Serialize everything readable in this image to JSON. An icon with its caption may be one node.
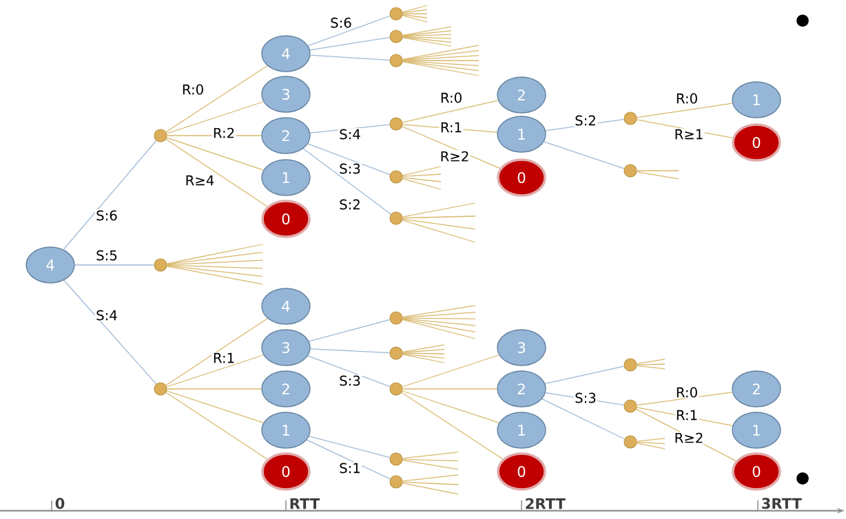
{
  "diagram": {
    "nodes": [
      {
        "text": [
          "4"
        ]
      },
      {
        "text": [],
        "shape": "circle"
      },
      {
        "text": [],
        "shape": "circle"
      },
      {
        "text": [],
        "shape": "circle"
      },
      {
        "text": [
          "4"
        ]
      },
      {
        "text": [
          "3"
        ]
      },
      {
        "text": [
          "2"
        ]
      },
      {
        "text": [
          "1"
        ]
      },
      {
        "text": [
          "0"
        ]
      },
      {
        "text": [
          "4"
        ]
      },
      {
        "text": [
          "3"
        ]
      },
      {
        "text": [
          "2"
        ]
      },
      {
        "text": [
          "1"
        ]
      },
      {
        "text": [
          "0"
        ]
      },
      {
        "text": [],
        "shape": "circle"
      },
      {
        "text": [],
        "shape": "circle"
      },
      {
        "text": [],
        "shape": "circle"
      },
      {
        "text": [],
        "shape": "circle"
      },
      {
        "text": [],
        "shape": "circle"
      },
      {
        "text": [],
        "shape": "circle"
      },
      {
        "text": [],
        "shape": "circle"
      },
      {
        "text": [],
        "shape": "circle"
      },
      {
        "text": [],
        "shape": "circle"
      },
      {
        "text": [],
        "shape": "circle"
      },
      {
        "text": [],
        "shape": "circle"
      },
      {
        "text": [
          "2"
        ]
      },
      {
        "text": [
          "1"
        ]
      },
      {
        "text": [
          "0"
        ]
      },
      {
        "text": [
          "3"
        ]
      },
      {
        "text": [
          "2"
        ]
      },
      {
        "text": [
          "1"
        ]
      },
      {
        "text": [
          "0"
        ]
      },
      {
        "text": [],
        "shape": "circle"
      },
      {
        "text": [],
        "shape": "circle"
      },
      {
        "text": [],
        "shape": "circle"
      },
      {
        "text": [],
        "shape": "circle"
      },
      {
        "text": [],
        "shape": "circle"
      },
      {
        "text": [
          "1"
        ]
      },
      {
        "text": [
          "0"
        ]
      },
      {
        "text": [
          "2"
        ]
      },
      {
        "text": [
          "1"
        ]
      },
      {
        "text": [
          "0"
        ]
      }
    ],
    "edges": [
      {
        "from": 0,
        "to": 1,
        "arrow": "none",
        "label": "S:6",
        "color": "#9db8d5"
      },
      {
        "from": 0,
        "to": 2,
        "arrow": "none",
        "label": "S:5",
        "color": "#9db8d5"
      },
      {
        "from": 0,
        "to": 3,
        "arrow": "none",
        "label": "S:4",
        "color": "#9db8d5"
      },
      {
        "from": 1,
        "to": 4,
        "arrow": "none",
        "label": "R:0"
      },
      {
        "from": 1,
        "to": 5,
        "arrow": "none"
      },
      {
        "from": 1,
        "to": 6,
        "arrow": "none",
        "label": "R:2"
      },
      {
        "from": 1,
        "to": 7,
        "arrow": "none"
      },
      {
        "from": 1,
        "to": 8,
        "arrow": "none",
        "label": "R≥4"
      },
      {
        "from": 2,
        "to": null,
        "arrow": "none"
      },
      {
        "from": 2,
        "to": null,
        "arrow": "none"
      },
      {
        "from": 2,
        "to": null,
        "arrow": "none"
      },
      {
        "from": 2,
        "to": null,
        "arrow": "none"
      },
      {
        "from": 2,
        "to": null,
        "arrow": "none"
      },
      {
        "from": 2,
        "to": null,
        "arrow": "none"
      },
      {
        "from": 3,
        "to": 9,
        "arrow": "none"
      },
      {
        "from": 3,
        "to": 10,
        "arrow": "none",
        "label": "R:1"
      },
      {
        "from": 3,
        "to": 11,
        "arrow": "none"
      },
      {
        "from": 3,
        "to": 12,
        "arrow": "none"
      },
      {
        "from": 3,
        "to": 13,
        "arrow": "none"
      },
      {
        "from": 4,
        "to": 14,
        "arrow": "none",
        "label": "S:6",
        "color": "#9db8d5"
      },
      {
        "from": 4,
        "to": 15,
        "arrow": "none",
        "color": "#9db8d5"
      },
      {
        "from": 4,
        "to": 16,
        "arrow": "none",
        "color": "#9db8d5"
      },
      {
        "from": 6,
        "to": 17,
        "arrow": "none",
        "label": "S:4",
        "color": "#9db8d5"
      },
      {
        "from": 6,
        "to": 18,
        "arrow": "none",
        "label": "S:3",
        "color": "#9db8d5"
      },
      {
        "from": 6,
        "to": 19,
        "arrow": "none",
        "label": "S:2",
        "color": "#9db8d5"
      },
      {
        "from": 10,
        "to": 20,
        "arrow": "none",
        "color": "#9db8d5"
      },
      {
        "from": 10,
        "to": 21,
        "arrow": "none",
        "color": "#9db8d5"
      },
      {
        "from": 10,
        "to": 22,
        "arrow": "none",
        "label": "S:3",
        "color": "#9db8d5"
      },
      {
        "from": 12,
        "to": 23,
        "arrow": "none",
        "color": "#9db8d5"
      },
      {
        "from": 12,
        "to": 24,
        "arrow": "none",
        "label": "S:1",
        "color": "#9db8d5"
      },
      {
        "from": 14,
        "to": null,
        "arrow": "none"
      },
      {
        "from": 14,
        "to": null,
        "arrow": "none"
      },
      {
        "from": 14,
        "to": null,
        "arrow": "none"
      },
      {
        "from": 14,
        "to": null,
        "arrow": "none"
      },
      {
        "from": 14,
        "to": null,
        "arrow": "none"
      },
      {
        "from": 15,
        "to": null,
        "arrow": "none"
      },
      {
        "from": 15,
        "to": null,
        "arrow": "none"
      },
      {
        "from": 15,
        "to": null,
        "arrow": "none"
      },
      {
        "from": 15,
        "to": null,
        "arrow": "none"
      },
      {
        "from": 15,
        "to": null,
        "arrow": "none"
      },
      {
        "from": 15,
        "to": null,
        "arrow": "none"
      },
      {
        "from": 16,
        "to": null,
        "arrow": "none"
      },
      {
        "from": 16,
        "to": null,
        "arrow": "none"
      },
      {
        "from": 16,
        "to": null,
        "arrow": "none"
      },
      {
        "from": 16,
        "to": null,
        "arrow": "none"
      },
      {
        "from": 16,
        "to": null,
        "arrow": "none"
      },
      {
        "from": 16,
        "to": null,
        "arrow": "none"
      },
      {
        "from": 16,
        "to": null,
        "arrow": "none"
      },
      {
        "from": 17,
        "to": 25,
        "arrow": "none",
        "label": "R:0"
      },
      {
        "from": 17,
        "to": 26,
        "arrow": "none",
        "label": "R:1"
      },
      {
        "from": 17,
        "to": 27,
        "arrow": "none",
        "label": "R≥2"
      },
      {
        "from": 18,
        "to": null,
        "arrow": "none"
      },
      {
        "from": 18,
        "to": null,
        "arrow": "none"
      },
      {
        "from": 18,
        "to": null,
        "arrow": "none"
      },
      {
        "from": 18,
        "to": null,
        "arrow": "none"
      },
      {
        "from": 19,
        "to": null,
        "arrow": "none"
      },
      {
        "from": 19,
        "to": null,
        "arrow": "none"
      },
      {
        "from": 19,
        "to": null,
        "arrow": "none"
      },
      {
        "from": 19,
        "to": null,
        "arrow": "none"
      },
      {
        "from": 20,
        "to": null,
        "arrow": "none"
      },
      {
        "from": 20,
        "to": null,
        "arrow": "none"
      },
      {
        "from": 20,
        "to": null,
        "arrow": "none"
      },
      {
        "from": 20,
        "to": null,
        "arrow": "none"
      },
      {
        "from": 20,
        "to": null,
        "arrow": "none"
      },
      {
        "from": 20,
        "to": null,
        "arrow": "none"
      },
      {
        "from": 21,
        "to": null,
        "arrow": "none"
      },
      {
        "from": 21,
        "to": null,
        "arrow": "none"
      },
      {
        "from": 21,
        "to": null,
        "arrow": "none"
      },
      {
        "from": 21,
        "to": null,
        "arrow": "none"
      },
      {
        "from": 21,
        "to": null,
        "arrow": "none"
      },
      {
        "from": 22,
        "to": 28,
        "arrow": "none"
      },
      {
        "from": 22,
        "to": 29,
        "arrow": "none"
      },
      {
        "from": 22,
        "to": 30,
        "arrow": "none"
      },
      {
        "from": 22,
        "to": 31,
        "arrow": "none"
      },
      {
        "from": 23,
        "to": null,
        "arrow": "none"
      },
      {
        "from": 23,
        "to": null,
        "arrow": "none"
      },
      {
        "from": 23,
        "to": null,
        "arrow": "none"
      },
      {
        "from": 24,
        "to": null,
        "arrow": "none"
      },
      {
        "from": 24,
        "to": null,
        "arrow": "none"
      },
      {
        "from": 24,
        "to": null,
        "arrow": "none"
      },
      {
        "from": 26,
        "to": 32,
        "arrow": "none",
        "label": "S:2",
        "color": "#9db8d5"
      },
      {
        "from": 26,
        "to": 33,
        "arrow": "none",
        "color": "#9db8d5"
      },
      {
        "from": 32,
        "to": 37,
        "arrow": "none",
        "label": "R:0"
      },
      {
        "from": 32,
        "to": 38,
        "arrow": "none",
        "label": "R≥1"
      },
      {
        "from": 33,
        "to": null,
        "arrow": "none"
      },
      {
        "from": 33,
        "to": null,
        "arrow": "none"
      },
      {
        "from": 29,
        "to": 34,
        "arrow": "none",
        "color": "#9db8d5"
      },
      {
        "from": 29,
        "to": 35,
        "arrow": "none",
        "label": "S:3",
        "color": "#9db8d5"
      },
      {
        "from": 29,
        "to": 36,
        "arrow": "none",
        "color": "#9db8d5"
      },
      {
        "from": 34,
        "to": null,
        "arrow": "none"
      },
      {
        "from": 34,
        "to": null,
        "arrow": "none"
      },
      {
        "from": 34,
        "to": null,
        "arrow": "none"
      },
      {
        "from": 35,
        "to": 39,
        "arrow": "none",
        "label": "R:0"
      },
      {
        "from": 35,
        "to": 40,
        "arrow": "none",
        "label": "R:1"
      },
      {
        "from": 35,
        "to": 41,
        "arrow": "none",
        "label": "R≥2"
      },
      {
        "from": 36,
        "to": null,
        "arrow": "none"
      },
      {
        "from": 36,
        "to": null,
        "arrow": "none"
      },
      {
        "from": 36,
        "to": null,
        "arrow": "none"
      }
    ],
    "labels": [
      "0",
      "RTT",
      "2RTT",
      "3RTT"
    ]
  }
}
